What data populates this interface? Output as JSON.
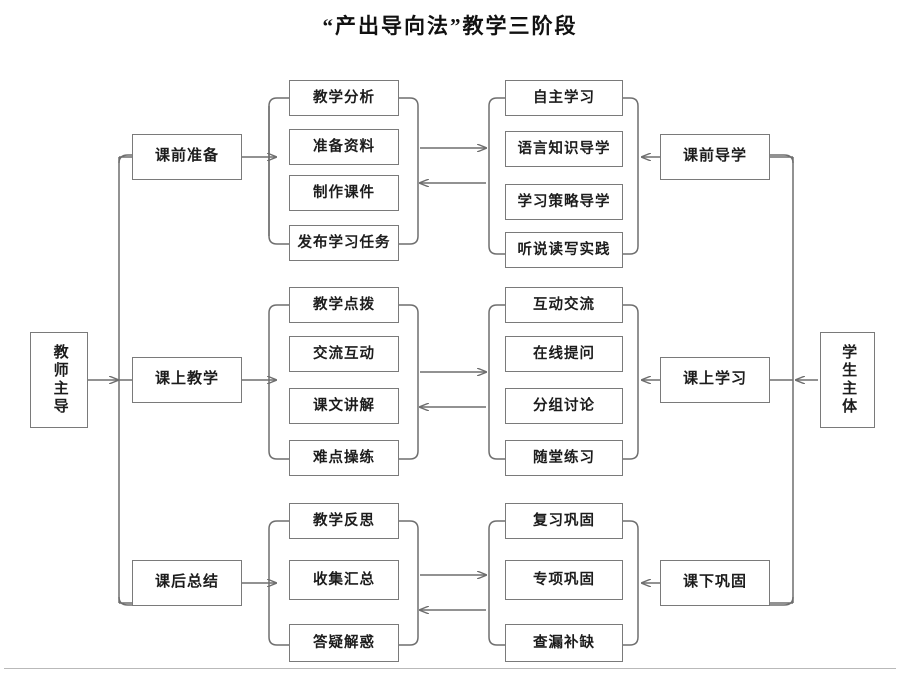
{
  "title": "“产出导向法”教学三阶段",
  "anchors": {
    "teacher": "教师主导",
    "student": "学生主体"
  },
  "stages": [
    {
      "teacher_phase": "课前准备",
      "teacher_actions": [
        "教学分析",
        "准备资料",
        "制作课件",
        "发布学习任务"
      ],
      "student_actions": [
        "自主学习",
        "语言知识导学",
        "学习策略导学",
        "听说读写实践"
      ],
      "student_phase": "课前导学"
    },
    {
      "teacher_phase": "课上教学",
      "teacher_actions": [
        "教学点拨",
        "交流互动",
        "课文讲解",
        "难点操练"
      ],
      "student_actions": [
        "互动交流",
        "在线提问",
        "分组讨论",
        "随堂练习"
      ],
      "student_phase": "课上学习"
    },
    {
      "teacher_phase": "课后总结",
      "teacher_actions": [
        "教学反思",
        "收集汇总",
        "答疑解惑"
      ],
      "student_actions": [
        "复习巩固",
        "专项巩固",
        "查漏补缺"
      ],
      "student_phase": "课下巩固"
    }
  ],
  "colors": {
    "border": "#7a7a7a",
    "line": "#6e6e6e",
    "text": "#1c1c1c",
    "background": "#ffffff"
  }
}
